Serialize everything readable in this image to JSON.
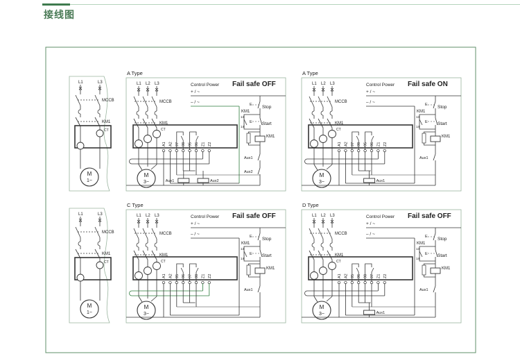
{
  "header": {
    "title": "接线图",
    "accent_color": "#3e7a4e"
  },
  "common": {
    "control_power": "Control Power",
    "plus": "+ / ~",
    "minus": "– / ~",
    "mccb": "MCCB",
    "km1": "KM1",
    "ct": "CT",
    "stop": "Stop",
    "start": "Start",
    "motor": "M",
    "e_mark": "E",
    "no13": "13",
    "no14": "14"
  },
  "single_phase_panels": [
    {
      "phases": [
        "L1",
        "L3"
      ],
      "motor_type": "1~"
    },
    {
      "phases": [
        "L1",
        "L3"
      ],
      "motor_type": "1~"
    }
  ],
  "panels": [
    {
      "type_label": "A Type",
      "mode": "Fail safe OFF",
      "phases": [
        "L1",
        "L2",
        "L3"
      ],
      "motor_type": "3~",
      "terminals": [
        "A1",
        "A2",
        "97",
        "98",
        "95",
        "96",
        "Z1",
        "Z2"
      ],
      "aux_contacts": [
        "Aux1",
        "Aux2"
      ],
      "aux_coils": [
        "Aux1",
        "Aux2"
      ]
    },
    {
      "type_label": "A Type",
      "mode": "Fail safe ON",
      "phases": [
        "L1",
        "L2",
        "L3"
      ],
      "motor_type": "3~",
      "terminals": [
        "A1",
        "A2",
        "97",
        "98",
        "95",
        "96",
        "Z1",
        "Z2"
      ],
      "aux_contacts": [
        "Aux1"
      ],
      "aux_coils": [
        "Aux1"
      ]
    },
    {
      "type_label": "C Type",
      "mode": "Fail safe OFF",
      "phases": [
        "L1",
        "L2",
        "L3"
      ],
      "motor_type": "3~",
      "terminals": [
        "A1",
        "A2",
        "95",
        "96",
        "97",
        "98",
        "Z1",
        "Z2"
      ],
      "aux_contacts": [
        "Aux1"
      ],
      "aux_coils": []
    },
    {
      "type_label": "D Type",
      "mode": "Fail safe OFF",
      "phases": [
        "L1",
        "L2",
        "L3"
      ],
      "motor_type": "3~",
      "terminals": [
        "A1",
        "A2",
        "95",
        "96",
        "98",
        "97",
        "Z1",
        "Z2"
      ],
      "aux_contacts": [
        "Aux1"
      ],
      "aux_coils": [
        "Aux1"
      ]
    }
  ]
}
